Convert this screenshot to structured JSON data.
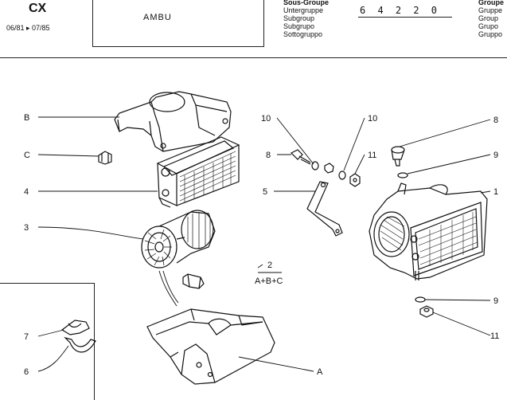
{
  "header": {
    "model": "CX",
    "years": "06/81 ▸ 07/85",
    "title": "AMBU",
    "subgroup_labels": [
      "Sous-Groupe",
      "Untergruppe",
      "Subgroup",
      "Subgrupo",
      "Sottogruppo"
    ],
    "code": "6 4 2 2 0",
    "group_labels": [
      "Groupe",
      "Gruppe",
      "Group",
      "Grupo",
      "Gruppo"
    ]
  },
  "callouts": {
    "B": "B",
    "C": "C",
    "c4": "4",
    "c3": "3",
    "c7": "7",
    "c6": "6",
    "c10a": "10",
    "c10b": "10",
    "c8a": "8",
    "c11a": "11",
    "c5": "5",
    "c8b": "8",
    "c9a": "9",
    "c1": "1",
    "c9b": "9",
    "c11b": "11",
    "A": "A",
    "assembly_num": "2",
    "assembly_sum": "A+B+C"
  },
  "colors": {
    "ink": "#111111",
    "paper": "#ffffff"
  }
}
